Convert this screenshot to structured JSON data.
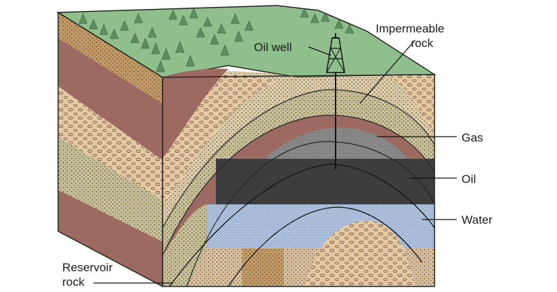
{
  "labels": {
    "oil_well": "Oil well",
    "impermeable_line1": "Impermeable",
    "impermeable_line2": "rock",
    "gas": "Gas",
    "oil": "Oil",
    "water": "Water",
    "reservoir_line1": "Reservoir",
    "reservoir_line2": "rock"
  },
  "colors": {
    "ground": "#8fbf8c",
    "trees": "#5d8f61",
    "brown_dark": "#9c6a60",
    "brown_orange": "#c49a62",
    "sand_light": "#dccba4",
    "pebble": "#e6c9a3",
    "olive_sand": "#c8bf95",
    "gas": "#8a8a8a",
    "oil": "#3d3d3d",
    "water": "#b8cde6",
    "reservoir_sand": "#d9bf9a",
    "outline": "#222222"
  }
}
